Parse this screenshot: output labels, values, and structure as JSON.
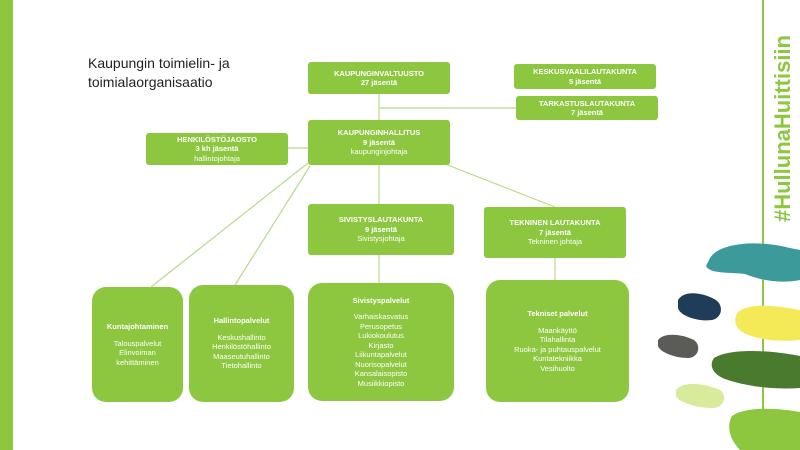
{
  "title": "Kaupungin toimielin- ja toimialaorganisaatio",
  "hashtag": "#HullunaHuittisiin",
  "nodes": {
    "valtuusto": {
      "name": "KAUPUNGINVALTUUSTO",
      "members": "27 jäsentä"
    },
    "keskusvaali": {
      "name": "KESKUSVAALILAUTAKUNTA",
      "members": "5 jäsentä"
    },
    "tarkastus": {
      "name": "TARKASTUSLAUTAKUNTA",
      "members": "7 jäsentä"
    },
    "henkilosto": {
      "name": "HENKILÖSTÖJAOSTO",
      "members": "3 kh jäsentä",
      "lead": "hallintojohtaja"
    },
    "hallitus": {
      "name": "KAUPUNGINHALLITUS",
      "members": "9 jäsentä",
      "lead": "kaupunginjohtaja"
    },
    "sivistys": {
      "name": "SIVISTYSLAUTAKUNTA",
      "members": "9  jäsentä",
      "lead": "Sivistysjohtaja"
    },
    "tekninen": {
      "name": "TEKNINEN  LAUTAKUNTA",
      "members": "7 jäsentä",
      "lead": "Tekninen johtaja"
    }
  },
  "services": {
    "kuntajohtaminen": {
      "heading": "Kuntajohtaminen",
      "items": [
        "Talouspalvelut",
        "Elinvoiman",
        "kehittäminen"
      ]
    },
    "hallinto": {
      "heading": "Hallintopalvelut",
      "items": [
        "Keskushallinto",
        "Henkilöstöhallinto",
        "Maaseutuhallinto",
        "Tietohallinto"
      ]
    },
    "sivistys": {
      "heading": "Sivistyspalvelut",
      "items": [
        "Varhaiskasvatus",
        "Perusopetus",
        "Lukiokoulutus",
        "Kirjasto",
        "Liikuntapalvelut",
        "Nuorisopalvelut",
        "Kansalaisopisto",
        "Musiikkiopisto"
      ]
    },
    "tekniset": {
      "heading": "Tekniset  palvelut",
      "items": [
        "Maankäyttö",
        "Tilahallinta",
        "Ruoka- ja puhtauspalvelut",
        "Kuntatekniikka",
        "Vesihuolto"
      ]
    }
  },
  "colors": {
    "box": "#8dc63f",
    "line": "#b9d98b",
    "text": "#ffffff"
  }
}
